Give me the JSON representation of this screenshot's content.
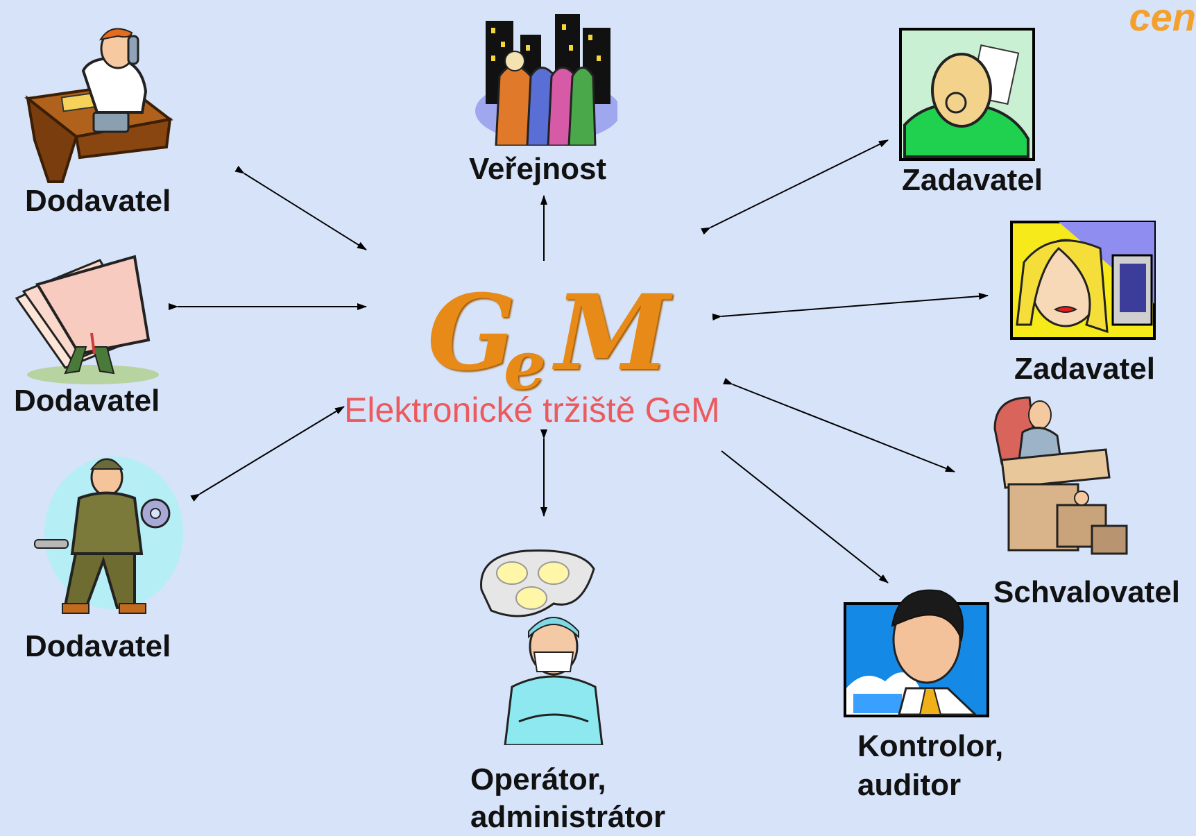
{
  "center": {
    "logo_g": "G",
    "logo_e": "e",
    "logo_m": "M",
    "subtitle": "Elektronické tržiště GeM"
  },
  "corner_text": "cen",
  "labels": {
    "dodavatel_1": "Dodavatel",
    "dodavatel_2": "Dodavatel",
    "dodavatel_3": "Dodavatel",
    "verejnost": "Veřejnost",
    "zadavatel_1": "Zadavatel",
    "zadavatel_2": "Zadavatel",
    "schvalovatel": "Schvalovatel",
    "kontrolor_line1": "Kontrolor,",
    "kontrolor_line2": "auditor",
    "operator_line1": "Operátor,",
    "operator_line2": "administrátor"
  },
  "icons": {
    "dodavatel_1": "phone-desk-man-clipart",
    "dodavatel_2": "paper-stack-man-clipart",
    "dodavatel_3": "mechanic-clipart",
    "verejnost": "city-crowd-clipart",
    "zadavatel_1": "woman-reading-clipart",
    "zadavatel_2": "woman-computer-clipart",
    "schvalovatel": "desk-hierarchy-clipart",
    "kontrolor": "businessman-portrait-clipart",
    "operator": "surgeon-clipart"
  },
  "colors": {
    "background": "#d6e3f8",
    "logo": "#e88a17",
    "subtitle": "#ec5a5e"
  }
}
